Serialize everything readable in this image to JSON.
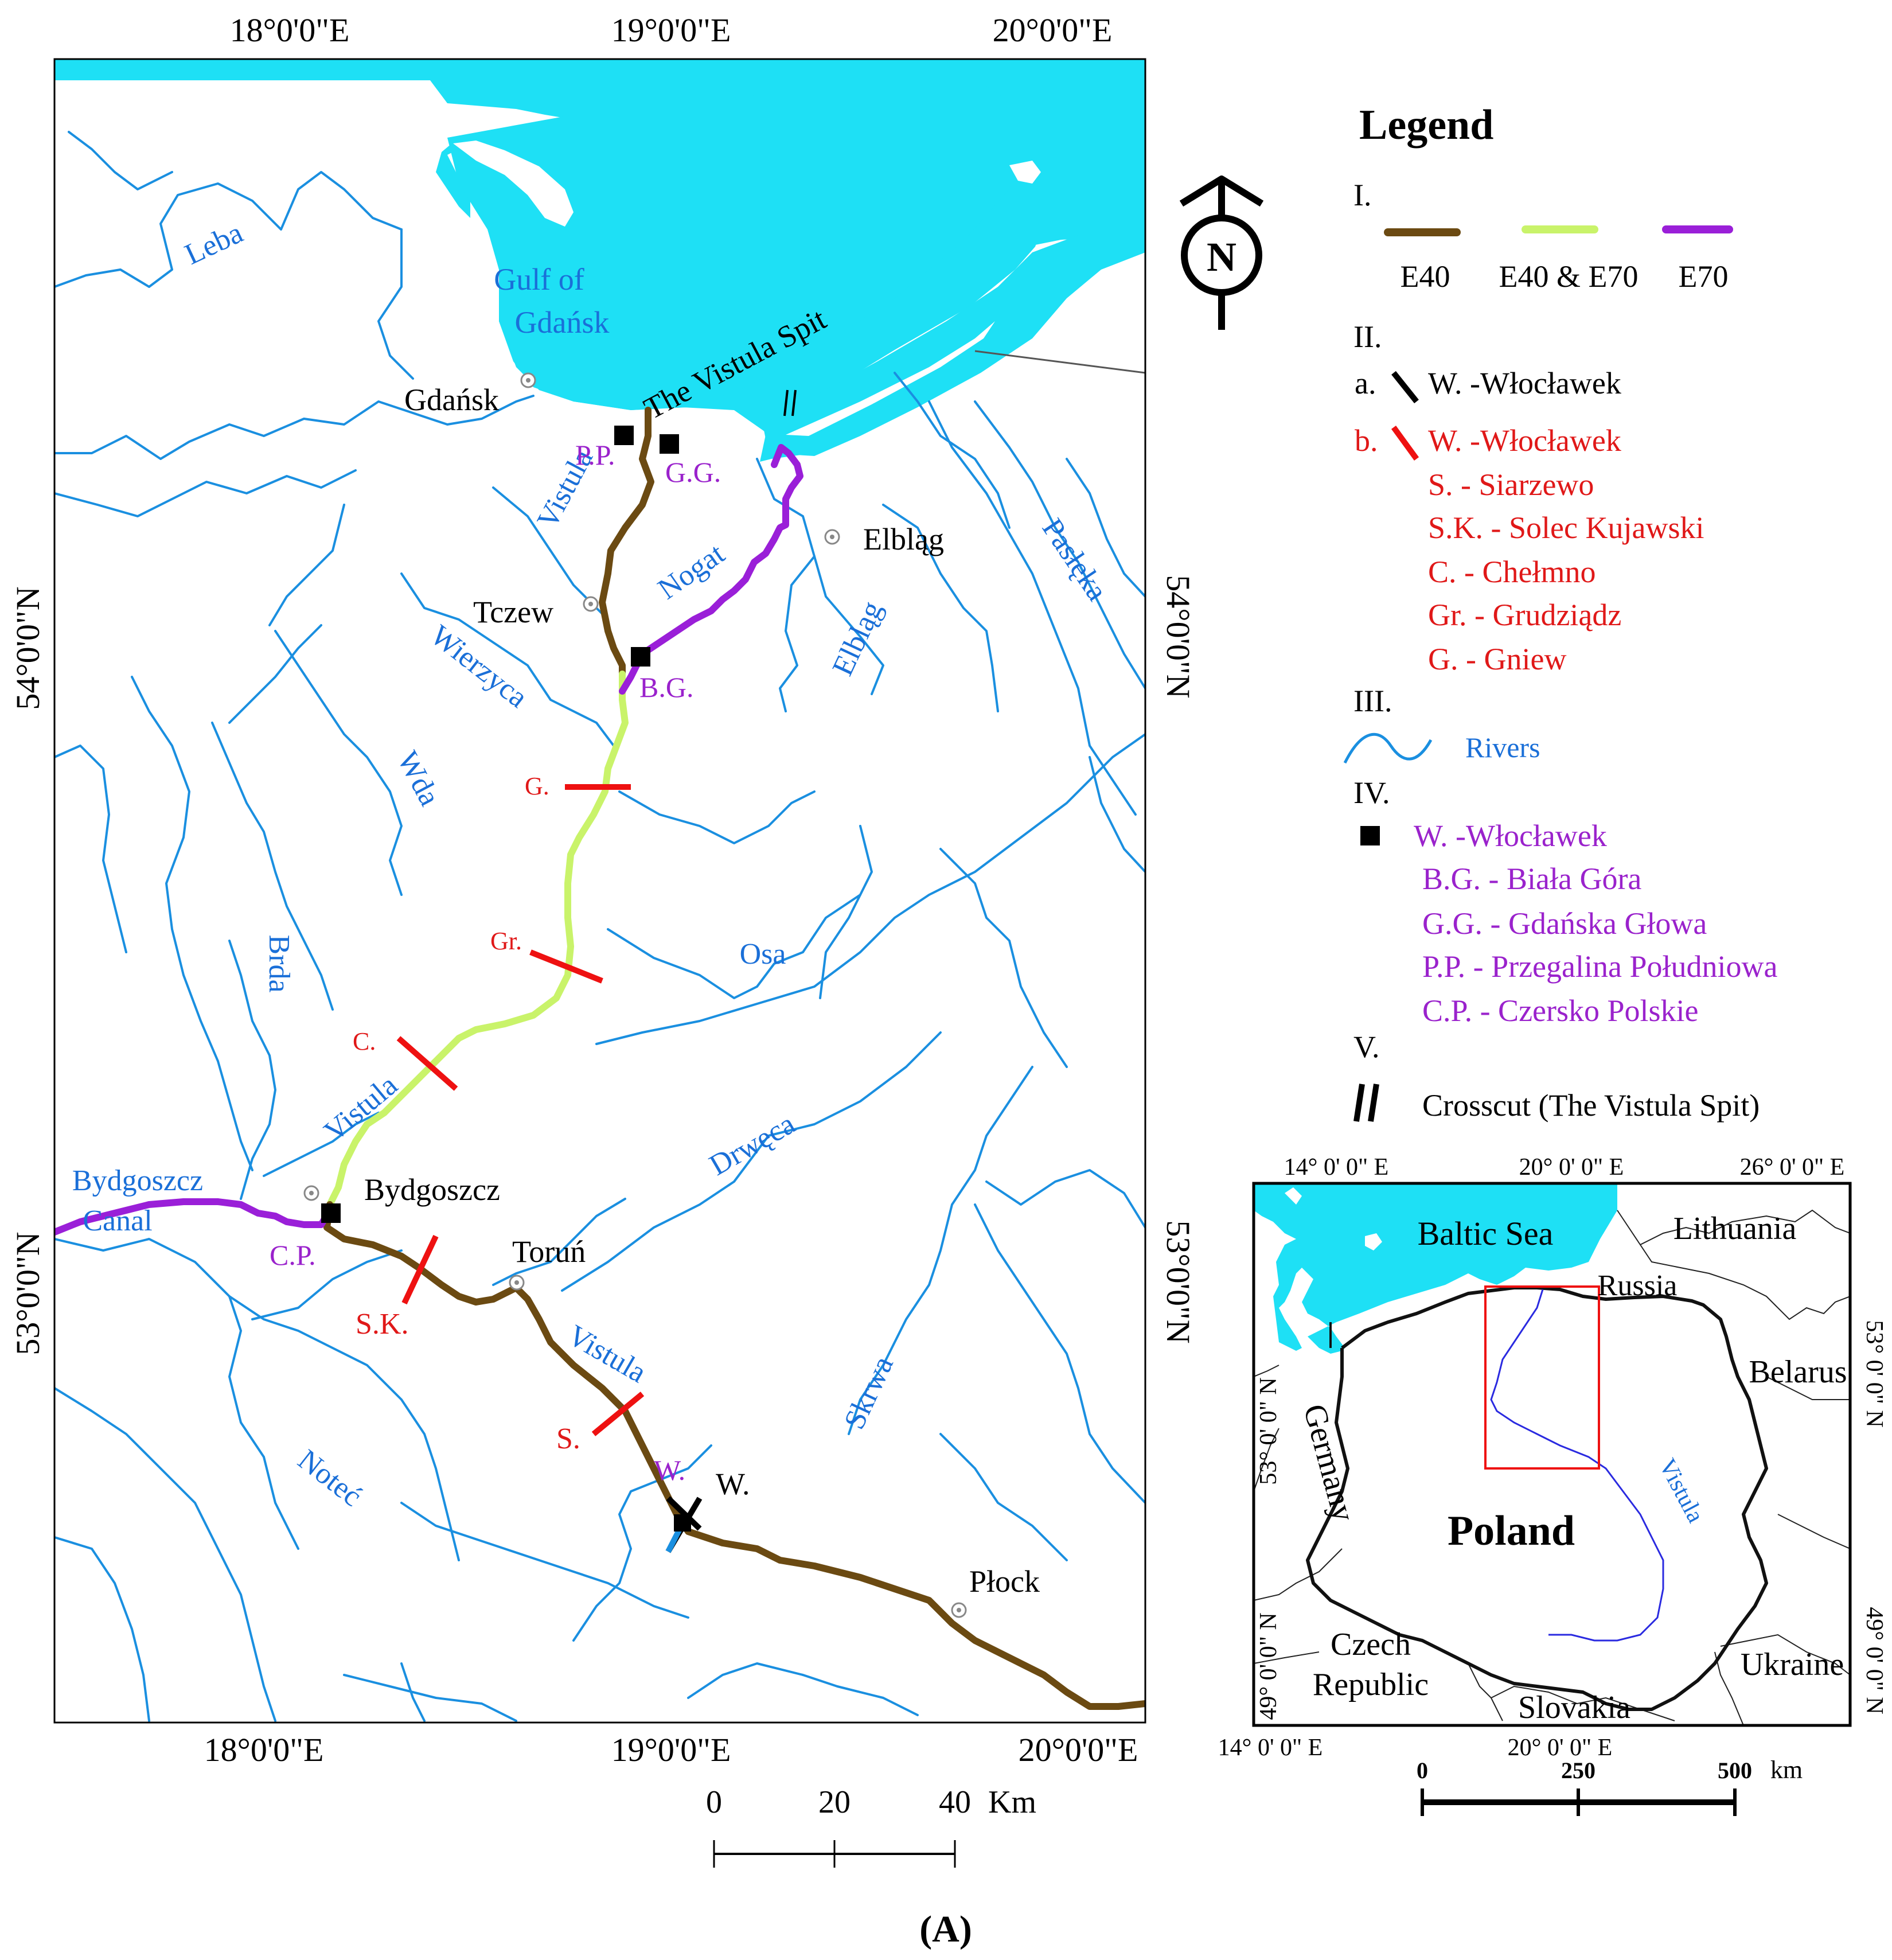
{
  "colors": {
    "water": "#1ee0f5",
    "river": "#1a8fe0",
    "e40": "#6b4a12",
    "e40_e70": "#c9f36a",
    "e70": "#9a1fd8",
    "section_mark": "#ee1111",
    "red_text": "#e01818",
    "purple_text": "#9a22cc",
    "blue_text": "#1a6fd8"
  },
  "main_map": {
    "top_ticks": [
      "18°0'0\"E",
      "19°0'0\"E",
      "20°0'0\"E"
    ],
    "bottom_ticks": [
      "18°0'0\"E",
      "19°0'0\"E",
      "20°0'0\"E"
    ],
    "left_ticks": [
      "54°0'0\"N",
      "53°0'0\"N"
    ],
    "right_ticks": [
      "54°0'0\"N",
      "53°0'0\"N"
    ],
    "water_labels": [
      "Gulf of",
      "Gdańsk",
      "The Vistula Spit"
    ],
    "cities": [
      "Gdańsk",
      "Elbląg",
      "Tczew",
      "Bydgoszcz",
      "Toruń",
      "W.",
      "Płock"
    ],
    "rivers": [
      "Leba",
      "Vistula",
      "Nogat",
      "Elbląg",
      "Pasłęka",
      "Wierzyca",
      "Wda",
      "Brda",
      "Osa",
      "Vistula",
      "Drwęca",
      "Bydgoszcz",
      "Canal",
      "Vistula",
      "Skrwa",
      "Noteć"
    ],
    "red_marks": [
      "G.",
      "Gr.",
      "C.",
      "S.K.",
      "S."
    ],
    "stations": [
      "P.P.",
      "G.G.",
      "B.G.",
      "C.P.",
      "W."
    ],
    "scale_ticks": [
      "0",
      "20",
      "40"
    ],
    "scale_unit": "Km",
    "north": "N"
  },
  "legend": {
    "title": "Legend",
    "sec1": {
      "num": "I.",
      "items": [
        "E40",
        "E40 & E70",
        "E70"
      ]
    },
    "sec2": {
      "num": "II.",
      "a_letter": "a.",
      "a_text": "W. -Włocławek",
      "b_letter": "b.",
      "b_items": [
        "W. -Włocławek",
        "S. - Siarzewo",
        "S.K. - Solec Kujawski",
        "C. - Chełmno",
        "Gr. - Grudziądz",
        "G. - Gniew"
      ]
    },
    "sec3": {
      "num": "III.",
      "label": "Rivers"
    },
    "sec4": {
      "num": "IV.",
      "items": [
        "W. -Włocławek",
        "B.G. - Biała Góra",
        "G.G. - Gdańska Głowa",
        "P.P. - Przegalina Południowa",
        "C.P. - Czersko Polskie"
      ]
    },
    "sec5": {
      "num": "V.",
      "label": "Crosscut (The Vistula Spit)"
    }
  },
  "inset": {
    "top_ticks": [
      "14° 0' 0\" E",
      "20° 0' 0\" E",
      "26° 0' 0\" E"
    ],
    "bottom_ticks": [
      "14° 0' 0\" E",
      "20° 0' 0\" E"
    ],
    "left_ticks": [
      "53° 0' 0\" N",
      "49° 0' 0\" N"
    ],
    "right_ticks": [
      "53° 0' 0\" N",
      "49° 0' 0\" N"
    ],
    "sea": "Baltic Sea",
    "countries": [
      "Lithuania",
      "Russia",
      "Belarus",
      "Germany",
      "Poland",
      "Czech",
      "Republic",
      "Slovakia",
      "Ukraine"
    ],
    "river": "Vistula",
    "scale_ticks": [
      "0",
      "250",
      "500"
    ],
    "scale_unit": "km"
  },
  "panel_label": "(A)"
}
